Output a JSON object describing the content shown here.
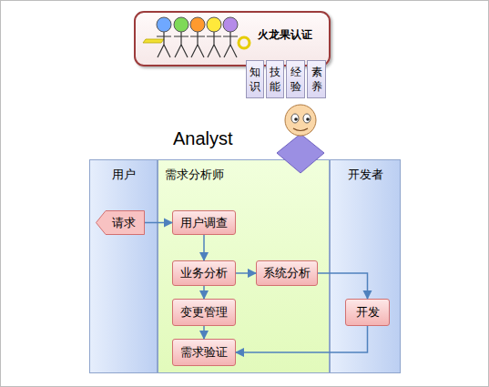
{
  "diagram": {
    "nodes": [
      {
        "text": [
          "火龙果认证"
        ]
      },
      {
        "text": [
          "知 识"
        ]
      },
      {
        "text": [
          "技 能"
        ]
      },
      {
        "text": [
          "经 验"
        ]
      },
      {
        "text": [
          "素 养"
        ]
      },
      {
        "text": [
          "Analyst"
        ]
      },
      {
        "text": [
          "用户"
        ],
        "in": 5
      },
      {
        "text": [
          "需求分析师"
        ],
        "in": 5
      },
      {
        "text": [
          "开发者"
        ],
        "in": 5
      },
      {
        "text": [
          "请求"
        ],
        "in": 6
      },
      {
        "text": [
          "用户调查"
        ],
        "in": 7
      },
      {
        "text": [
          "业务分析"
        ],
        "in": 7
      },
      {
        "text": [
          "系统分析"
        ],
        "in": 7
      },
      {
        "text": [
          "变更管理"
        ],
        "in": 7
      },
      {
        "text": [
          "开发"
        ],
        "in": 8
      },
      {
        "text": [
          "需求验证"
        ],
        "in": 7
      }
    ],
    "edges": [
      {
        "from": 9,
        "to": 10,
        "arrow": "to"
      },
      {
        "from": 10,
        "to": 11,
        "arrow": "to"
      },
      {
        "from": 11,
        "to": 12,
        "arrow": "to"
      },
      {
        "from": 11,
        "to": 13,
        "arrow": "to"
      },
      {
        "from": 12,
        "to": 14,
        "arrow": "to"
      },
      {
        "from": 13,
        "to": 15,
        "arrow": "to"
      },
      {
        "from": 14,
        "to": 15,
        "arrow": "to"
      }
    ]
  }
}
